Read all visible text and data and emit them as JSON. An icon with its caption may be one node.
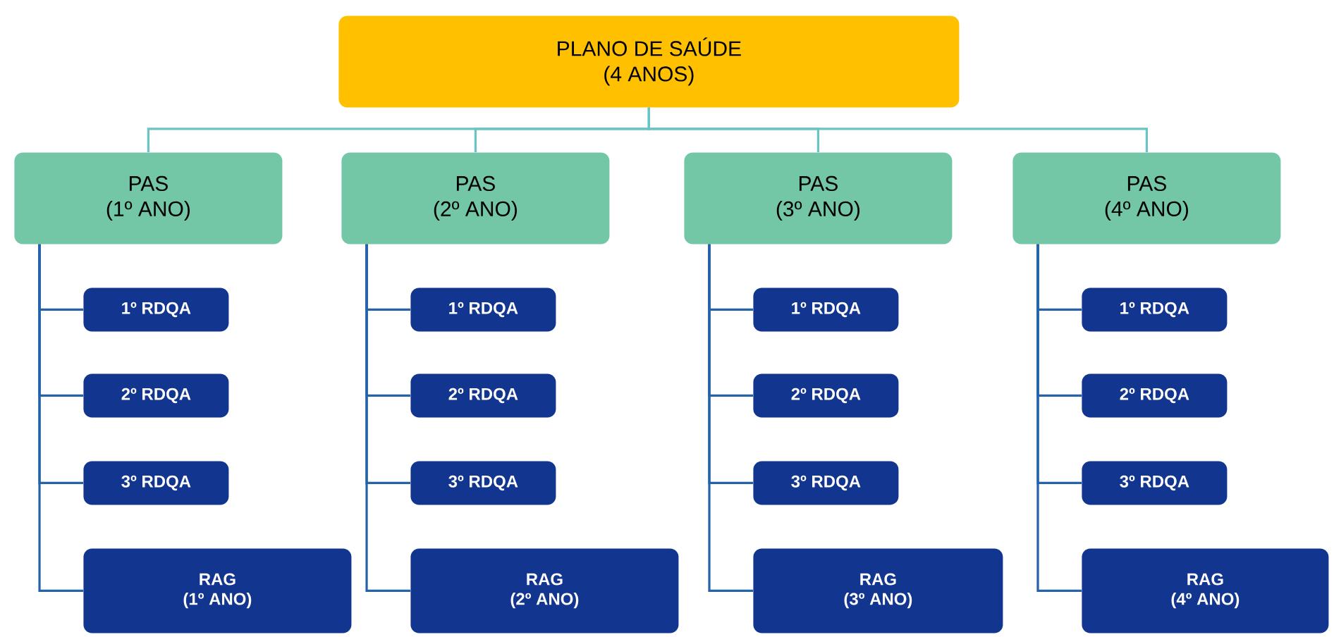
{
  "diagram": {
    "nodes": [
      {
        "text": [
          "PLANO DE SAÚDE",
          "(4 ANOS)"
        ]
      },
      {
        "text": [
          "PAS",
          "(1º ANO)"
        ]
      },
      {
        "text": [
          "1º RDQA"
        ]
      },
      {
        "text": [
          "2º RDQA"
        ]
      },
      {
        "text": [
          "3º RDQA"
        ]
      },
      {
        "text": [
          "RAG",
          "(1º ANO)"
        ]
      },
      {
        "text": [
          "PAS",
          "(2º ANO)"
        ]
      },
      {
        "text": [
          "1º RDQA"
        ]
      },
      {
        "text": [
          "2º RDQA"
        ]
      },
      {
        "text": [
          "3º RDQA"
        ]
      },
      {
        "text": [
          "RAG",
          "(2º ANO)"
        ]
      },
      {
        "text": [
          "PAS",
          "(3º ANO)"
        ]
      },
      {
        "text": [
          "1º RDQA"
        ]
      },
      {
        "text": [
          "2º RDQA"
        ]
      },
      {
        "text": [
          "3º RDQA"
        ]
      },
      {
        "text": [
          "RAG",
          "(3º ANO)"
        ]
      },
      {
        "text": [
          "PAS",
          "(4º ANO)"
        ]
      },
      {
        "text": [
          "1º RDQA"
        ]
      },
      {
        "text": [
          "2º RDQA"
        ]
      },
      {
        "text": [
          "3º RDQA"
        ]
      },
      {
        "text": [
          "RAG",
          "(4º ANO)"
        ]
      }
    ],
    "edges": [
      {
        "from": 0,
        "to": 1,
        "arrow": "none",
        "color": "#6cc3c3"
      },
      {
        "from": 0,
        "to": 6,
        "arrow": "none",
        "color": "#6cc3c3"
      },
      {
        "from": 0,
        "to": 11,
        "arrow": "none",
        "color": "#6cc3c3"
      },
      {
        "from": 0,
        "to": 16,
        "arrow": "none",
        "color": "#6cc3c3"
      },
      {
        "from": 1,
        "to": 2,
        "arrow": "none"
      },
      {
        "from": 1,
        "to": 3,
        "arrow": "none"
      },
      {
        "from": 1,
        "to": 4,
        "arrow": "none"
      },
      {
        "from": 1,
        "to": 5,
        "arrow": "none"
      },
      {
        "from": 6,
        "to": 7,
        "arrow": "none"
      },
      {
        "from": 6,
        "to": 8,
        "arrow": "none"
      },
      {
        "from": 6,
        "to": 9,
        "arrow": "none"
      },
      {
        "from": 6,
        "to": 10,
        "arrow": "none"
      },
      {
        "from": 11,
        "to": 12,
        "arrow": "none"
      },
      {
        "from": 11,
        "to": 13,
        "arrow": "none"
      },
      {
        "from": 11,
        "to": 14,
        "arrow": "none"
      },
      {
        "from": 11,
        "to": 15,
        "arrow": "none"
      },
      {
        "from": 16,
        "to": 17,
        "arrow": "none"
      },
      {
        "from": 16,
        "to": 18,
        "arrow": "none"
      },
      {
        "from": 16,
        "to": 19,
        "arrow": "none"
      },
      {
        "from": 16,
        "to": 20,
        "arrow": "none"
      }
    ]
  }
}
